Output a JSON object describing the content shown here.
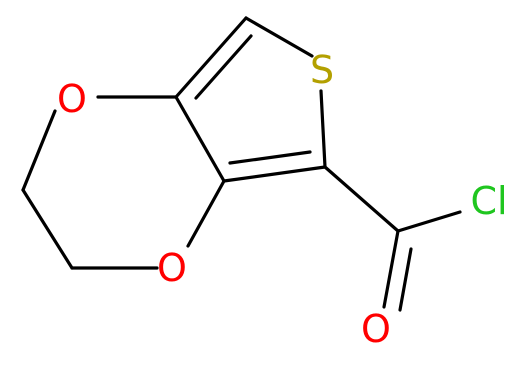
{
  "molecule": {
    "atoms": {
      "S": {
        "symbol": "S",
        "color": "#b3a000"
      },
      "O_top": {
        "symbol": "O",
        "color": "#ff0000"
      },
      "O_bottom": {
        "symbol": "O",
        "color": "#ff0000"
      },
      "O_carbonyl": {
        "symbol": "O",
        "color": "#ff0000"
      },
      "Cl": {
        "symbol": "Cl",
        "color": "#1fc61f"
      }
    },
    "bond_color": "#000000"
  }
}
